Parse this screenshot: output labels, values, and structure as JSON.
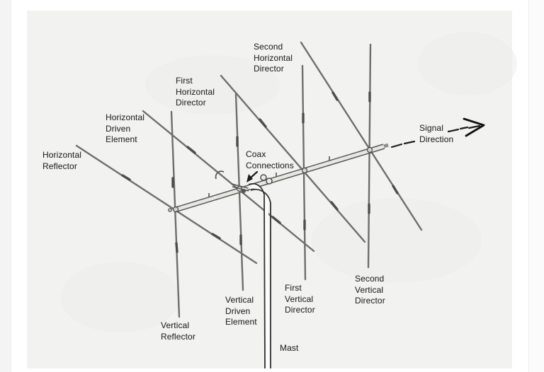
{
  "diagram": {
    "subject": "Crossed Yagi antenna diagram",
    "labels": {
      "second_horizontal_director": "Second\nHorizontal\nDirector",
      "first_horizontal_director": "First\nHorizontal\nDirector",
      "horizontal_driven_element": "Horizontal\nDriven\nElement",
      "horizontal_reflector": "Horizontal\nReflector",
      "coax_connections": "Coax\nConnections",
      "signal_direction": "Signal\nDirection",
      "vertical_reflector": "Vertical\nReflector",
      "vertical_driven_element": "Vertical\nDriven\nElement",
      "first_vertical_director": "First\nVertical\nDirector",
      "second_vertical_director": "Second\nVertical\nDirector",
      "mast": "Mast"
    },
    "colors": {
      "paper": "#f2f2f1",
      "page": "#ffffff",
      "element_line": "#6e6e6e",
      "ink": "#1d1d1d",
      "text": "#2d2d2d"
    }
  }
}
